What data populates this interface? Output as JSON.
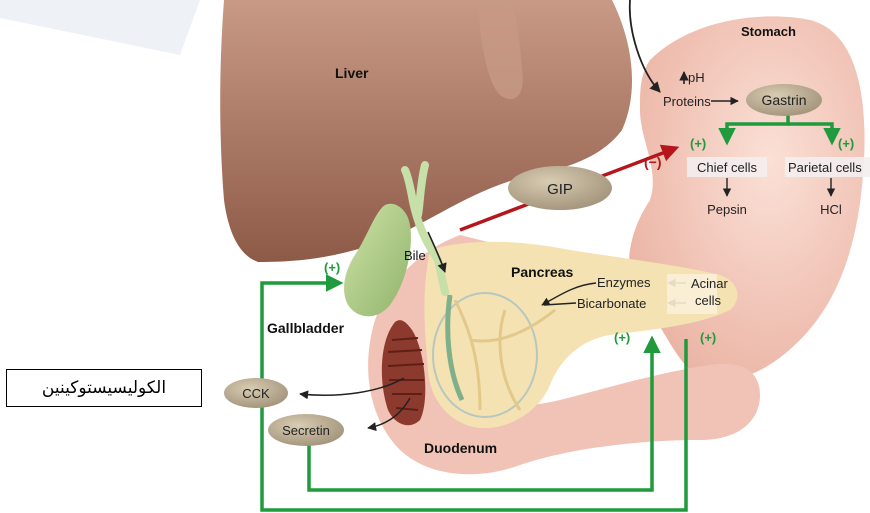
{
  "organs": {
    "liver": "Liver",
    "stomach": "Stomach",
    "gallbladder": "Gallbladder",
    "pancreas": "Pancreas",
    "duodenum": "Duodenum",
    "bile": "Bile"
  },
  "hormones": {
    "gastrin": "Gastrin",
    "gip": "GIP",
    "cck": "CCK",
    "secretin": "Secretin"
  },
  "stomach_labels": {
    "ph": "pH",
    "proteins": "Proteins",
    "chief_cells": "Chief cells",
    "parietal_cells": "Parietal cells",
    "pepsin": "Pepsin",
    "hcl": "HCl"
  },
  "pancreas_labels": {
    "enzymes": "Enzymes",
    "bicarbonate": "Bicarbonate",
    "acinar_line1": "Acinar",
    "acinar_line2": "cells"
  },
  "signs": {
    "plus": "(+)",
    "minus": "(−)"
  },
  "translation": "الكوليسيستوكينين",
  "colors": {
    "stimulation": "#1f9a3c",
    "inhibition": "#b5161b",
    "hormone_oval": "#b9ab8e",
    "organ_pink": "#f0c3b6",
    "liver_brown": "#a9735f",
    "pancreas_cream": "#f5e2b2"
  }
}
